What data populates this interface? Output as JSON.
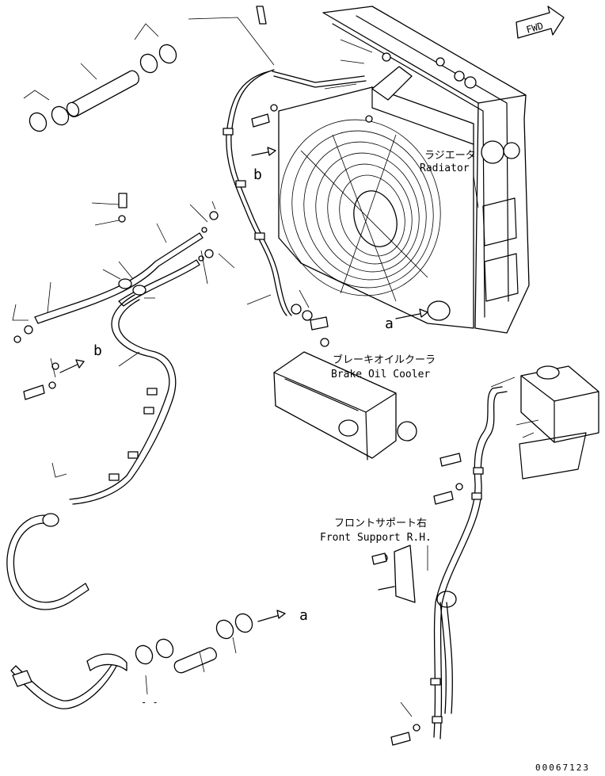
{
  "labels": {
    "fwd": "FWD",
    "radiator_jp": "ラジエータ",
    "radiator_en": "Radiator",
    "brake_cooler_jp": "ブレーキオイルクーラ",
    "brake_cooler_en": "Brake Oil Cooler",
    "front_support_jp": "フロントサポート右",
    "front_support_en": "Front Support R.H.",
    "ref_a_top": "a",
    "ref_a_bottom": "a",
    "ref_b_fan": "b",
    "ref_b_left": "b",
    "dash_mark": "- -",
    "drawing_number": "00067123"
  }
}
